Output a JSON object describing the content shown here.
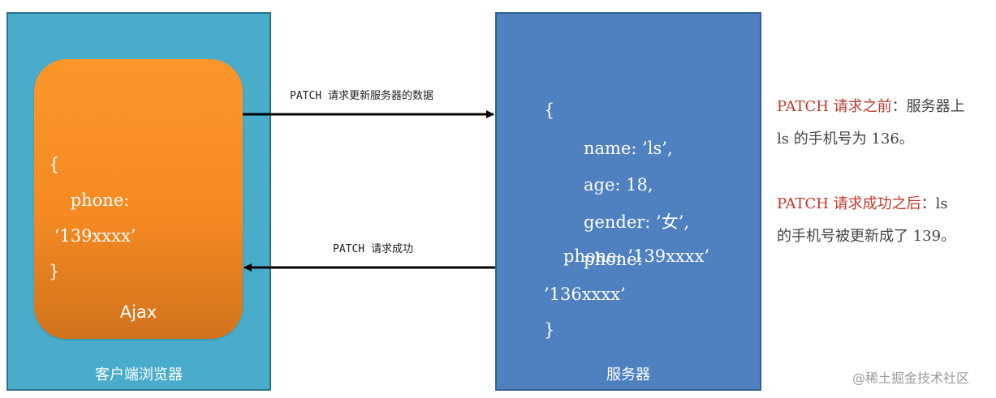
{
  "client": {
    "label": "客户端浏览器",
    "ajax_label": "Ajax",
    "code_lines": [
      "{",
      "    phone:",
      " ‘139xxxx’",
      "}"
    ]
  },
  "server": {
    "label": "服务器",
    "brace_open": "{",
    "line_name": "name: ’ls’,",
    "line_age": "age: 18,",
    "line_gender": "gender: ’女’,",
    "line_phone_new": "phone: ’139xxxx’",
    "line_phone_old_key": "phone:",
    "line_phone_old_value": "’136xxxx’",
    "brace_close": "}"
  },
  "arrows": {
    "request_label": "PATCH 请求更新服务器的数据",
    "response_label": "PATCH 请求成功"
  },
  "notes": {
    "before_title": "PATCH 请求之前",
    "before_text_1": "：服务器上",
    "before_text_2": "ls 的手机号为 136。",
    "after_title": "PATCH 请求成功之后",
    "after_text_1": "：ls",
    "after_text_2": "的手机号被更新成了 139。"
  },
  "watermark": "@稀土掘金技术社区",
  "colors": {
    "client_bg": "#4aaccb",
    "ajax_bg": "#f58a22",
    "server_bg": "#4f80bf",
    "note_red": "#c0392b"
  }
}
